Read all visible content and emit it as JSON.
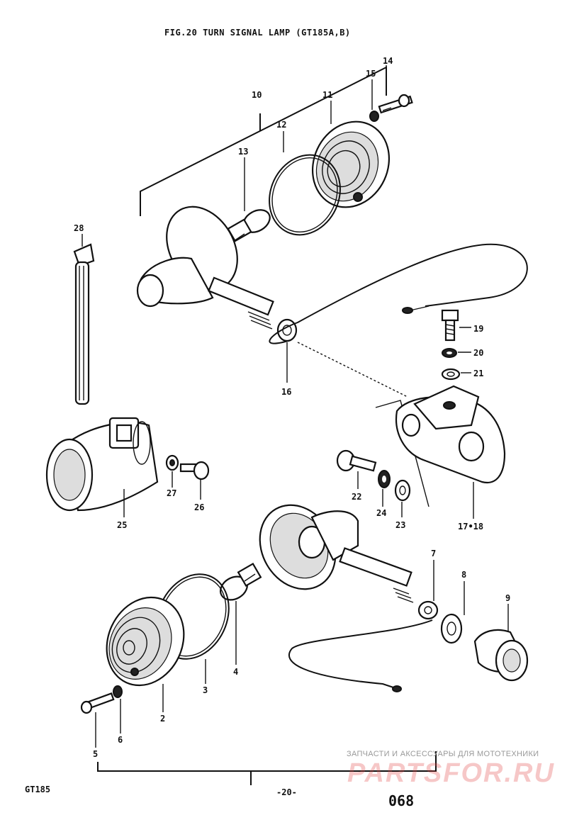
{
  "title": "FIG.20  TURN SIGNAL LAMP (GT185A,B)",
  "model": "GT185",
  "page_number": "-20-",
  "catalog_number": "068",
  "watermark": {
    "caption": "ЗАПЧАСТИ И АКСЕССУАРЫ ДЛЯ МОТОТЕХНИКИ",
    "brand": "PARTSFOR.RU"
  },
  "callouts": {
    "p2": "2",
    "p3": "3",
    "p4": "4",
    "p5": "5",
    "p6": "6",
    "p7": "7",
    "p8": "8",
    "p9": "9",
    "p10": "10",
    "p11": "11",
    "p12": "12",
    "p13": "13",
    "p14": "14",
    "p15": "15",
    "p16": "16",
    "p17_18": "17•18",
    "p19": "19",
    "p20": "20",
    "p21": "21",
    "p22": "22",
    "p23": "23",
    "p24": "24",
    "p25": "25",
    "p26": "26",
    "p27": "27",
    "p28": "28"
  }
}
